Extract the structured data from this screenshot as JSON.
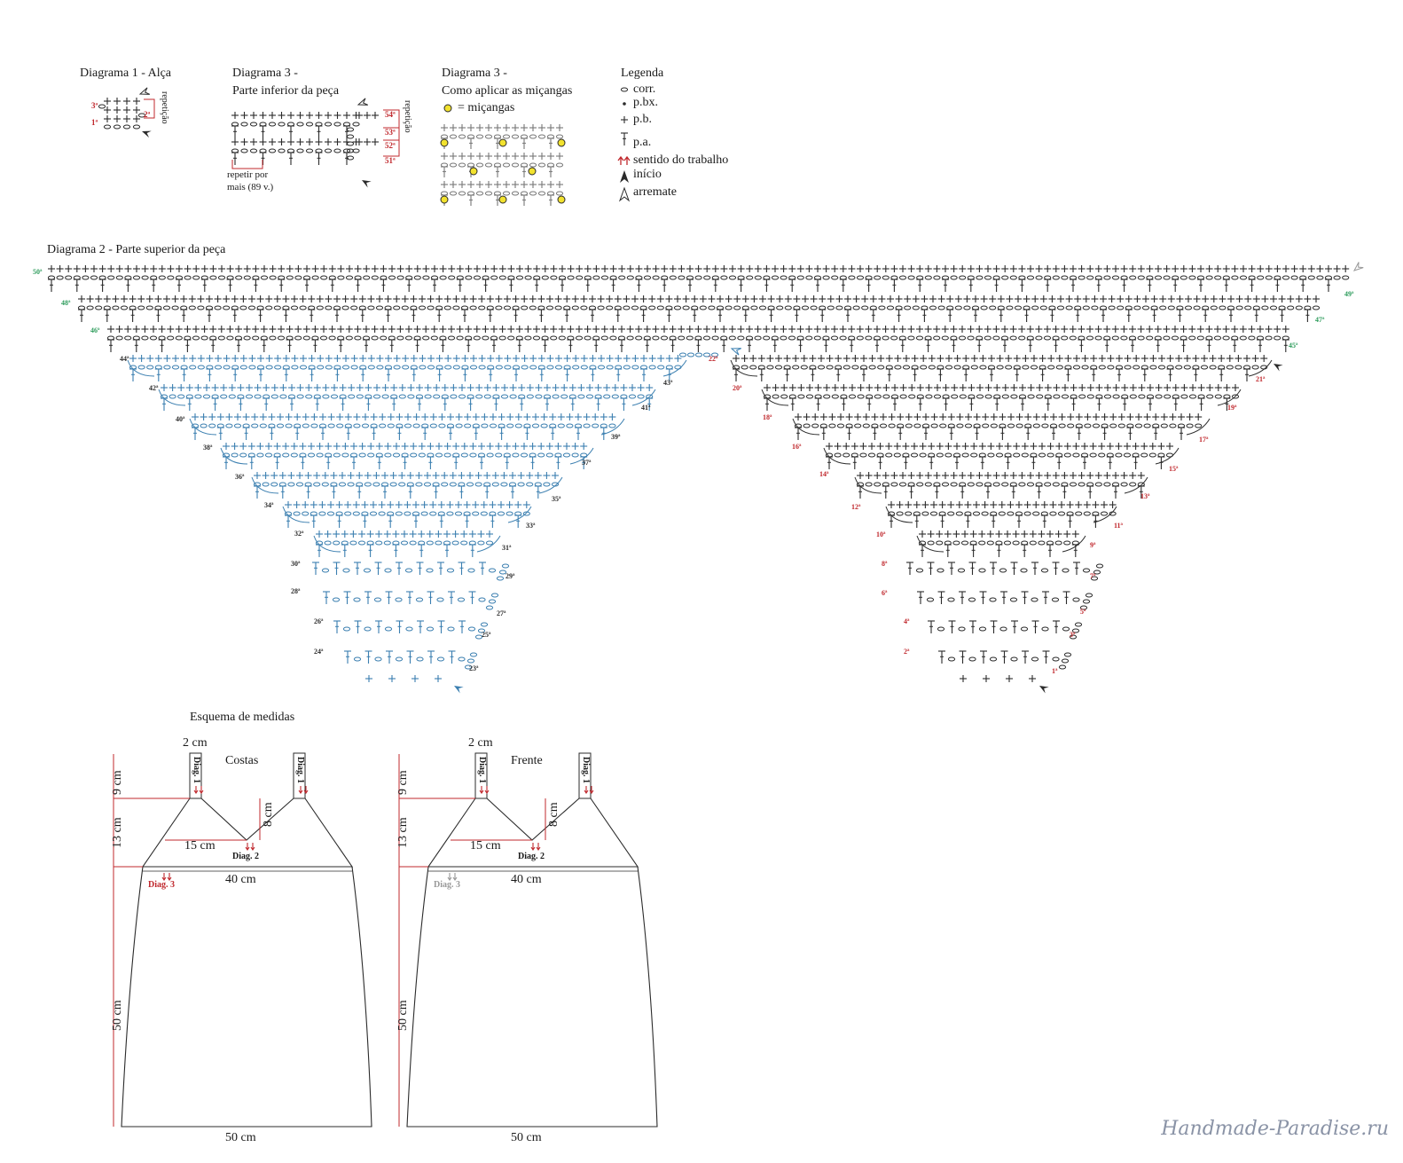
{
  "diagram1": {
    "title": "Diagrama 1 - Alça",
    "repeat_label": "repetição",
    "rows": [
      "1ª",
      "2ª",
      "3ª"
    ]
  },
  "diagram3a": {
    "title_line1": "Diagrama 3 -",
    "title_line2": "Parte inferior da peça",
    "repeat_label": "repetição",
    "note_line1": "repetir por",
    "note_line2": "mais (89 v.)",
    "rows": [
      "51ª",
      "52ª",
      "53ª",
      "54ª"
    ]
  },
  "diagram3b": {
    "title_line1": "Diagrama 3 -",
    "title_line2": "Como aplicar as miçangas",
    "bead_label": "= miçangas"
  },
  "legend": {
    "title": "Legenda",
    "items": [
      "corr.",
      "p.bx.",
      "p.b.",
      "p.a.",
      "sentido do trabalho",
      "início",
      "arremate"
    ]
  },
  "diagram2": {
    "title": "Diagrama 2 - Parte superior da peça",
    "shared_rows": [
      "50ª",
      "48ª",
      "46ª",
      "49ª",
      "47ª",
      "45ª"
    ],
    "left_rows": [
      "44ª",
      "43ª",
      "42ª",
      "41ª",
      "40ª",
      "39ª",
      "38ª",
      "37ª",
      "36ª",
      "35ª",
      "34ª",
      "33ª",
      "32ª",
      "31ª",
      "30ª",
      "29ª",
      "28ª",
      "27ª",
      "26ª",
      "25ª",
      "24ª",
      "23ª"
    ],
    "right_rows": [
      "22ª",
      "21ª",
      "20ª",
      "19ª",
      "18ª",
      "17ª",
      "16ª",
      "15ª",
      "14ª",
      "13ª",
      "12ª",
      "11ª",
      "10ª",
      "9ª",
      "8ª",
      "7ª",
      "6ª",
      "5ª",
      "4ª",
      "3ª",
      "2ª",
      "1ª"
    ]
  },
  "measures": {
    "title": "Esquema de medidas",
    "back": {
      "name": "Costas",
      "strap": "Diag. 1",
      "top": "Diag. 2",
      "bottom": "Diag. 3"
    },
    "front": {
      "name": "Frente",
      "strap": "Diag. 1",
      "top": "Diag. 2",
      "bottom": "Diag. 3"
    },
    "dims": {
      "strap_w": "2 cm",
      "strap_h": "9 cm",
      "bodice_h": "13 cm",
      "v_depth": "8 cm",
      "half_w": "15 cm",
      "bust_w": "40 cm",
      "skirt_h": "50 cm",
      "hem_w": "50 cm"
    }
  },
  "watermark": "Handmade-Paradise.ru",
  "colors": {
    "ink": "#2b2b2b",
    "blue": "#3b7fb0",
    "red": "#c0282d",
    "green": "#2e9c5c",
    "bead": "#f2e22e"
  }
}
